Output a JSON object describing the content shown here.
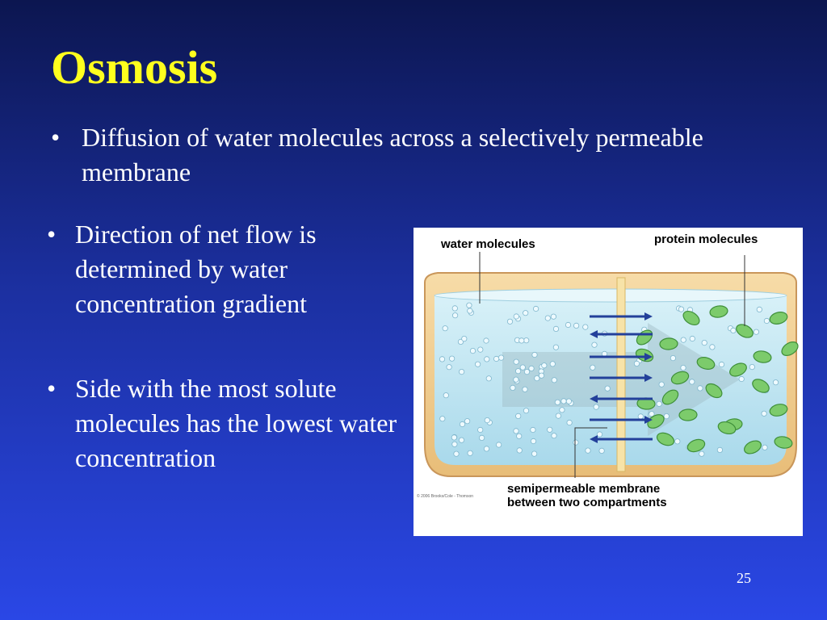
{
  "slide": {
    "title": "Osmosis",
    "bullets": [
      "Diffusion of water molecules across a selectively permeable membrane",
      "Direction of net flow is determined by water concentration gradient",
      "Side with the most solute molecules has the lowest water concentration"
    ],
    "bullet_char": "•",
    "page_number": "25"
  },
  "figure": {
    "labels": {
      "water": "water molecules",
      "protein": "protein molecules",
      "membrane_line1": "semipermeable membrane",
      "membrane_line2": "between two compartments"
    },
    "copyright": "© 2006 Brooks/Cole - Thomson"
  },
  "colors": {
    "title": "#ffff1e",
    "text": "#ffffff",
    "background_top": "#0c1650",
    "background_bottom": "#2a47e6",
    "water_fill": "#bfe6f2",
    "container": "#f3d39b",
    "protein": "#7ccb6b",
    "arrow": "#23409a"
  }
}
